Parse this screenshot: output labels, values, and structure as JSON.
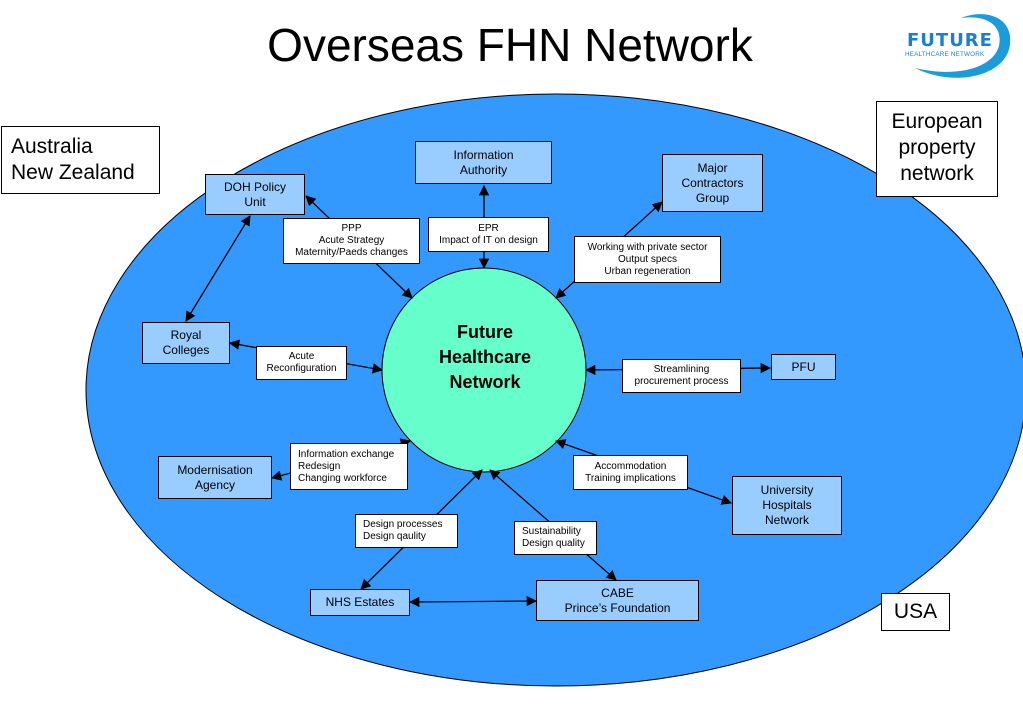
{
  "title": "Overseas FHN Network",
  "logo": {
    "word": "FUTURE",
    "subtitle": "HEALTHCARE NETWORK"
  },
  "colors": {
    "ellipse": "#3399ff",
    "center": "#66ffcc",
    "box": "#99ccff",
    "logo": "#1a7fd0"
  },
  "center": "Future\nHealthcare\nNetwork",
  "nodes": {
    "information_authority": "Information\nAuthority",
    "doh_policy_unit": "DOH Policy\nUnit",
    "major_contractors": "Major\nContractors\nGroup",
    "royal_colleges": "Royal\nColleges",
    "pfu": "PFU",
    "modernisation_agency": "Modernisation\nAgency",
    "university_hospitals": "University\nHospitals\nNetwork",
    "nhs_estates": "NHS Estates",
    "cabe": "CABE\nPrince’s Foundation"
  },
  "labels": {
    "ppp": "PPP\nAcute Strategy\nMaternity/Paeds changes",
    "epr": "EPR\nImpact of IT on design",
    "private_sector": "Working with private sector\nOutput specs\nUrban regeneration",
    "acute": "Acute\nReconfiguration",
    "streamlining": "Streamlining\nprocurement process",
    "information_exchange": "Information exchange\nRedesign\nChanging workforce",
    "accommodation": "Accommodation\nTraining implications",
    "design_processes": "Design processes\nDesign qaulity",
    "sustainability": "Sustainability\nDesign quality"
  },
  "outside": {
    "australia": "Australia\nNew Zealand",
    "european": "European\nproperty\nnetwork",
    "usa": "USA"
  }
}
